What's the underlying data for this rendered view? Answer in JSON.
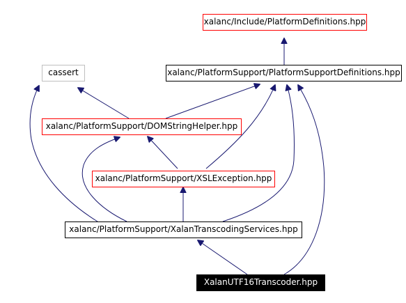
{
  "graph": {
    "colors": {
      "edge": "#191970",
      "link_border": "#ff0000",
      "plain_border": "#000000",
      "external_border": "#bfbfbf",
      "current_fill": "#000000",
      "current_text": "#ffffff"
    },
    "nodes": {
      "platform_definitions": "xalanc/Include/PlatformDefinitions.hpp",
      "cassert": "cassert",
      "platform_support_definitions": "xalanc/PlatformSupport/PlatformSupportDefinitions.hpp",
      "dom_string_helper": "xalanc/PlatformSupport/DOMStringHelper.hpp",
      "xsl_exception": "xalanc/PlatformSupport/XSLException.hpp",
      "xalan_transcoding_services": "xalanc/PlatformSupport/XalanTranscodingServices.hpp",
      "xalan_utf16_transcoder": "XalanUTF16Transcoder.hpp"
    }
  }
}
